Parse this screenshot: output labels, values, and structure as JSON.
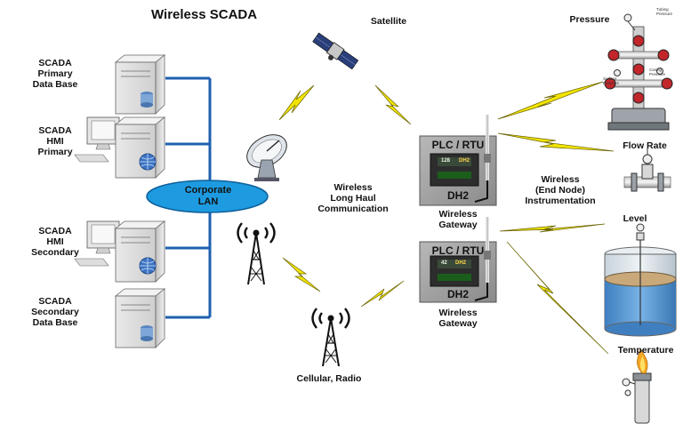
{
  "title": "Wireless SCADA",
  "servers": {
    "primary_db": "SCADA\nPrimary\nData Base",
    "hmi_primary": "SCADA\nHMI\nPrimary",
    "hmi_secondary": "SCADA\nHMI\nSecondary",
    "secondary_db": "SCADA\nSecondary\nData Base"
  },
  "lan": "Corporate\nLAN",
  "satellite": "Satellite",
  "long_haul": "Wireless\nLong Haul\nCommunication",
  "cellular": "Cellular, Radio",
  "gateways": [
    {
      "header": "PLC / RTU",
      "model": "DH2",
      "caption": "Wireless\nGateway",
      "screen_a": "128",
      "screen_b": "DH2"
    },
    {
      "header": "PLC / RTU",
      "model": "DH2",
      "caption": "Wireless\nGateway",
      "screen_a": "42",
      "screen_b": "DH2"
    }
  ],
  "end_node": "Wireless\n(End Node)\nInstrumentation",
  "instruments": {
    "pressure": "Pressure",
    "flow_rate": "Flow Rate",
    "level": "Level",
    "temperature": "Temperature"
  },
  "wellhead_labels": {
    "tubing": "Tubing\nPressure",
    "casing": "Casing\nPressure",
    "surface": "Surface\nPressure"
  },
  "colors": {
    "lan_fill": "#1e9be0",
    "link_blue": "#1f5fb0",
    "lightning": "#f2e400",
    "gateway_box": "#9b9b9b",
    "tank_liquid": "#4a90d0"
  }
}
